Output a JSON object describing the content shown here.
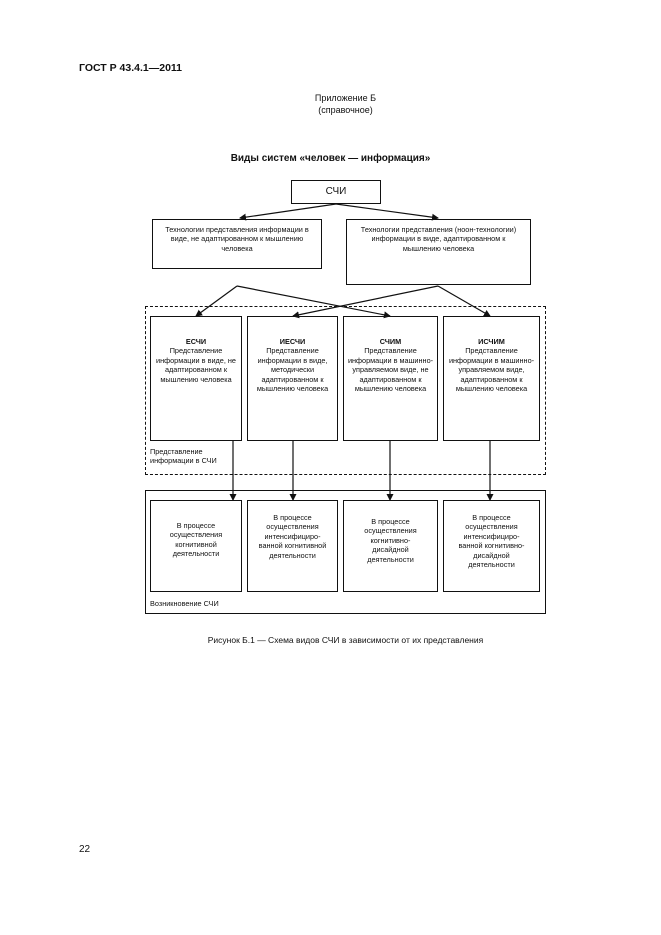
{
  "header": {
    "doc_code": "ГОСТ Р 43.4.1—2011"
  },
  "appendix": {
    "title": "Приложение Б",
    "subtitle": "(справочное)"
  },
  "diagram": {
    "title": "Виды систем «человек — информация»",
    "root": "СЧИ",
    "tech_left": "Технологии представления информации в виде, не адаптированном к мышлению человека",
    "tech_right": "Технологии представления (ноон-технологии) информации в виде, адаптированном к мышлению человека",
    "types": [
      {
        "name": "ЕСЧИ",
        "text": "Представление информации в виде, не адаптированном к мышлению человека"
      },
      {
        "name": "ИЕСЧИ",
        "text": "Представление информации в виде, методически адаптированном к мышлению человека"
      },
      {
        "name": "СЧИМ",
        "text": "Представление информации в машинно-управляемом виде, не адаптированном к мышлению человека"
      },
      {
        "name": "ИСЧИМ",
        "text": "Представление информации в машинно-управляемом виде, адаптированном к мышлению человека"
      }
    ],
    "representation_label": "Представление информации в СЧИ",
    "processes": [
      "В процессе осуществления когнитивной деятельности",
      "В процессе осуществления интенсифициро-ванной когнитивной деятельности",
      "В процессе осуществления когнитивно-дисайдной деятельности",
      "В процессе осуществления интенсифициро-ванной когнитивно-дисайдной деятельности"
    ],
    "emergence_label": "Возникновение СЧИ"
  },
  "caption": "Рисунок Б.1 — Схема видов СЧИ в зависимости от их представления",
  "page_number": "22"
}
